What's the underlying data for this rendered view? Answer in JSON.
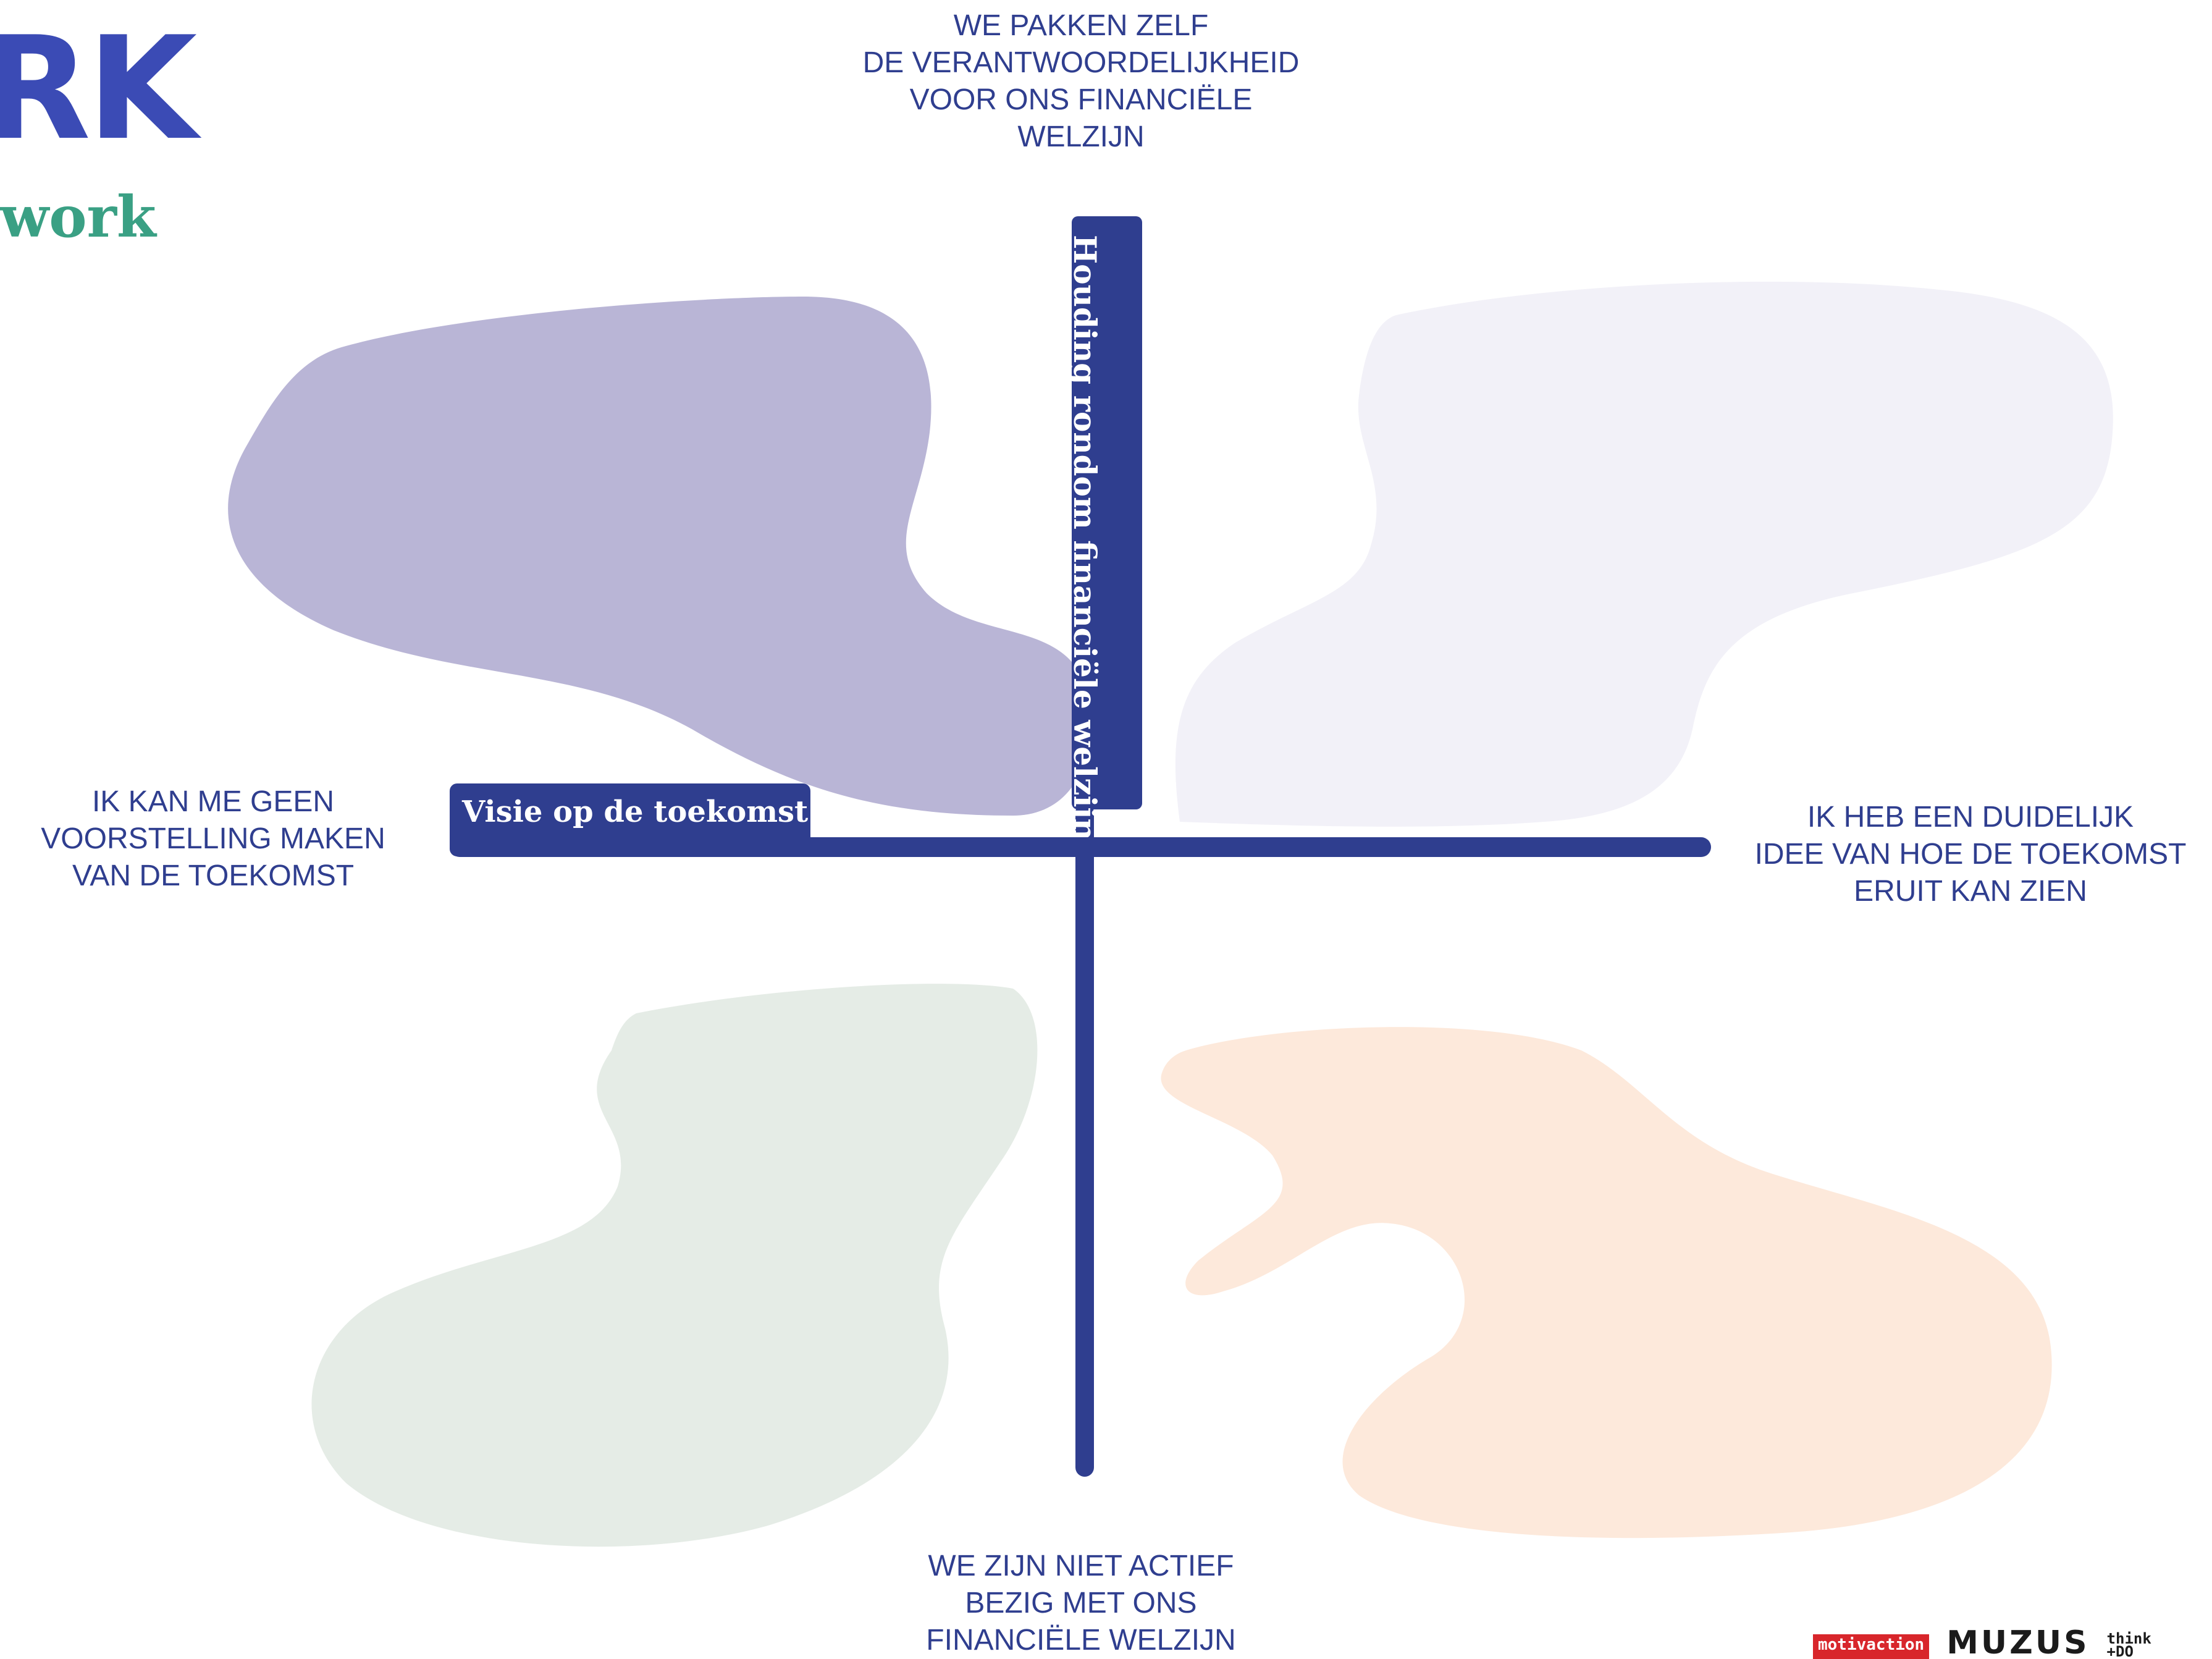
{
  "header": {
    "title_fragment": "RK",
    "subtitle_fragment": "work"
  },
  "axes": {
    "vertical_title": "Houding rondom financiële welzijn",
    "horizontal_title": "Visie op de toekomst",
    "top_label": "WE PAKKEN ZELF\nDE VERANTWOORDELIJKHEID\nVOOR ONS FINANCIËLE\nWELZIJN",
    "bottom_label": "WE ZIJN NIET ACTIEF\nBEZIG MET ONS\nFINANCIËLE WELZIJN",
    "left_label": "IK KAN ME GEEN\nVOORSTELLING MAKEN\nVAN DE TOEKOMST",
    "right_label": "IK HEB EEN DUIDELIJK\nIDEE VAN HOE DE TOEKOMST\nERUIT KAN ZIEN"
  },
  "quadrant_colors": {
    "top_left": "#b9b5d6",
    "top_right": "#f2f1f8",
    "bottom_left": "#e5ece6",
    "bottom_right": "#fde9db",
    "axis": "#2f3e8f",
    "title": "#3b4bb5",
    "subtitle": "#3aa084"
  },
  "logos": {
    "motivaction": "motivaction",
    "muzus": "MUZUS",
    "thinkdo_line1": "think",
    "thinkdo_line2": "+DO"
  }
}
